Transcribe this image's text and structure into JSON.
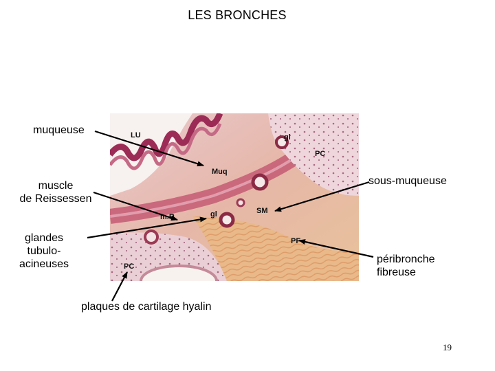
{
  "title": "LES BRONCHES",
  "labels": {
    "muqueuse": "muqueuse",
    "muscle": "muscle\nde Reissessen",
    "glandes": "glandes\ntubulo-\nacineuses",
    "sous_muqueuse": "sous-muqueuse",
    "peribronche": "péribronche\nfibreuse",
    "cartilage": "plaques de cartilage hyalin"
  },
  "micrograph_labels": {
    "lu": "LU",
    "gl_top": "gl",
    "pc_top": "PC",
    "muq": "Muq",
    "mr": "m.R",
    "gl_mid": "gl",
    "sm": "SM",
    "pf": "PF",
    "pc_bottom": "PC"
  },
  "page_number": "19"
}
